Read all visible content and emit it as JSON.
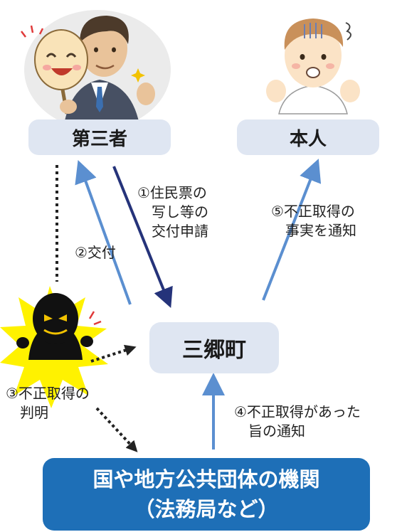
{
  "nodes": {
    "third_party": "第三者",
    "person": "本人",
    "town": "三郷町",
    "agency_line1": "国や地方公共団体の機関",
    "agency_line2": "（法務局など）"
  },
  "steps": {
    "step1": "①住民票の\n　写し等の\n　交付申請",
    "step2": "②交付",
    "step3": "③不正取得の\n　判明",
    "step4": "④不正取得があった\n　旨の通知",
    "step5": "⑤不正取得の\n　事実を通知"
  },
  "colors": {
    "box_fill": "#dfe6f2",
    "agency_fill": "#1e6fb7",
    "arrow_blue": "#5b8fd0",
    "arrow_navy": "#25337a",
    "burst": "#fff200"
  }
}
